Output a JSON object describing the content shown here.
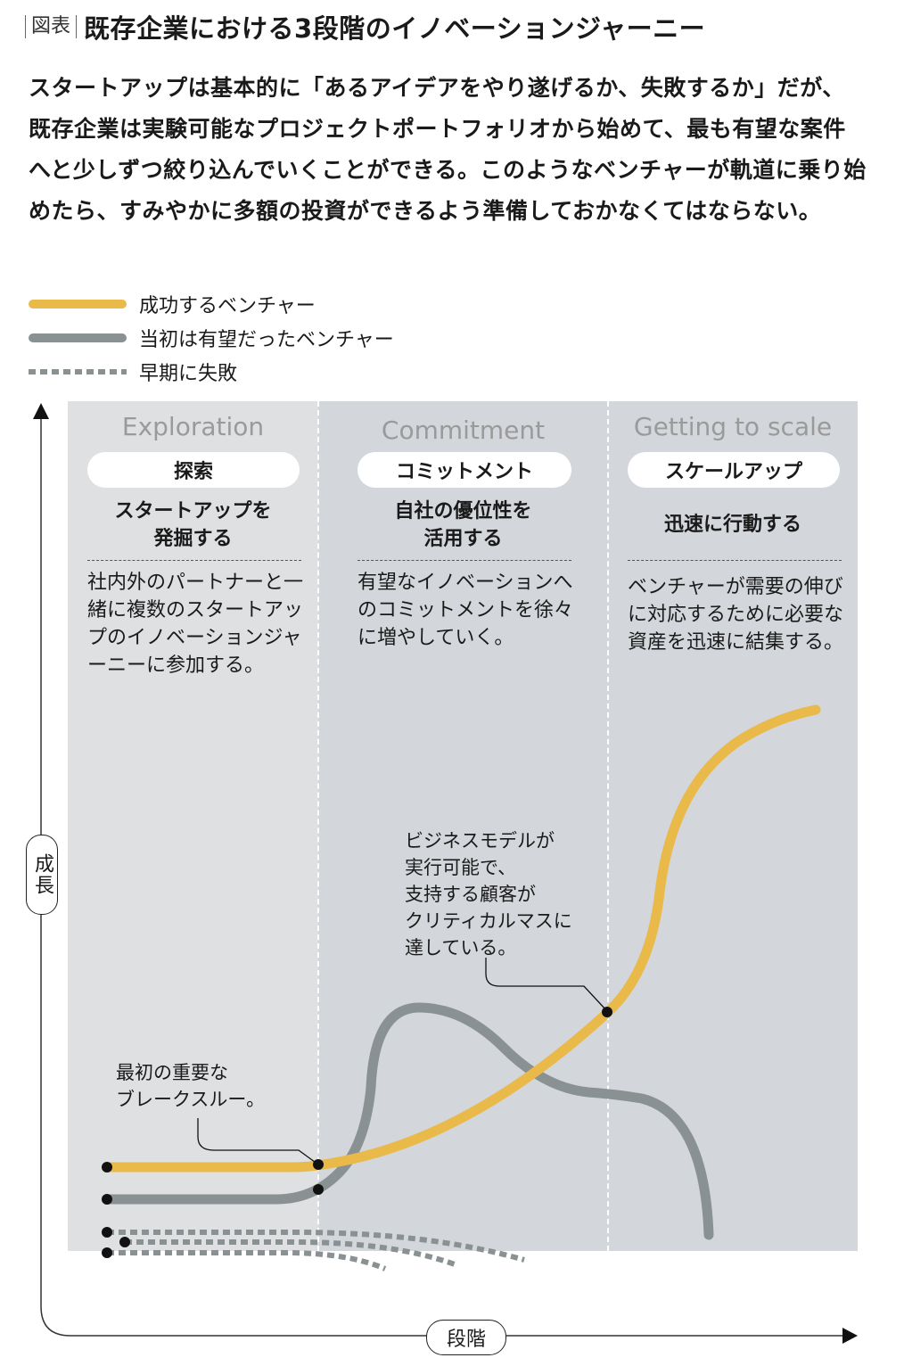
{
  "title": {
    "tag": "図表",
    "main": "既存企業における3段階のイノベーションジャーニー"
  },
  "lead": "スタートアップは基本的に「あるアイデアをやり遂げるか、失敗するか」だが、既存企業は実験可能なプロジェクトポートフォリオから始めて、最も有望な案件へと少しずつ絞り込んでいくことができる。このようなベンチャーが軌道に乗り始めたら、すみやかに多額の投資ができるよう準備しておかなくてはならない。",
  "legend": [
    {
      "label": "成功するベンチャー",
      "style": "solid",
      "color": "#e9b949"
    },
    {
      "label": "当初は有望だったベンチャー",
      "style": "solid",
      "color": "#8a9192"
    },
    {
      "label": "早期に失敗",
      "style": "dashed",
      "color": "#8a9192"
    }
  ],
  "stages": [
    {
      "en": "Exploration",
      "pill": "探索",
      "head": "スタートアップを\n発掘する",
      "desc": "社内外のパートナーと一緒に複数のスタートアップのイノベーションジャーニーに参加する。"
    },
    {
      "en": "Commitment",
      "pill": "コミットメント",
      "head": "自社の優位性を\n活用する",
      "desc": "有望なイノベーションへのコミットメントを徐々に増やしていく。"
    },
    {
      "en": "Getting to scale",
      "pill": "スケールアップ",
      "head": "迅速に行動する",
      "desc": "ベンチャーが需要の伸びに対応するために必要な資産を迅速に結集する。"
    }
  ],
  "annotations": {
    "breakthrough": "最初の重要な\nブレークスルー。",
    "critical_mass": "ビジネスモデルが\n実行可能で、\n支持する顧客が\nクリティカルマスに\n達している。"
  },
  "axes": {
    "y": "成長",
    "x": "段階"
  },
  "colors": {
    "success": "#e9b949",
    "promising": "#8a9192",
    "col1_bg": "#dfe0e2",
    "col2_bg": "#d3d6da",
    "col3_bg": "#d3d6da"
  },
  "chart_data": {
    "type": "line",
    "title": "既存企業における3段階のイノベーションジャーニー",
    "xlabel": "段階",
    "ylabel": "成長",
    "categories": [
      "Exploration / 探索",
      "Commitment / コミットメント",
      "Getting to scale / スケールアップ"
    ],
    "series": [
      {
        "name": "成功するベンチャー",
        "style": "solid",
        "shape": "flat through exploration, accelerating in commitment, S-curve to high plateau in scale"
      },
      {
        "name": "当初は有望だったベンチャー",
        "style": "solid",
        "shape": "flat, then sharp peak early in commitment, declines, drops steeply in scale"
      },
      {
        "name": "早期に失敗",
        "style": "dashed",
        "count": 3,
        "shape": "flat, slight decline ending in commitment stage"
      }
    ],
    "annotations": [
      "最初の重要なブレークスルー。",
      "ビジネスモデルが実行可能で、支持する顧客がクリティカルマスに達している。"
    ]
  }
}
